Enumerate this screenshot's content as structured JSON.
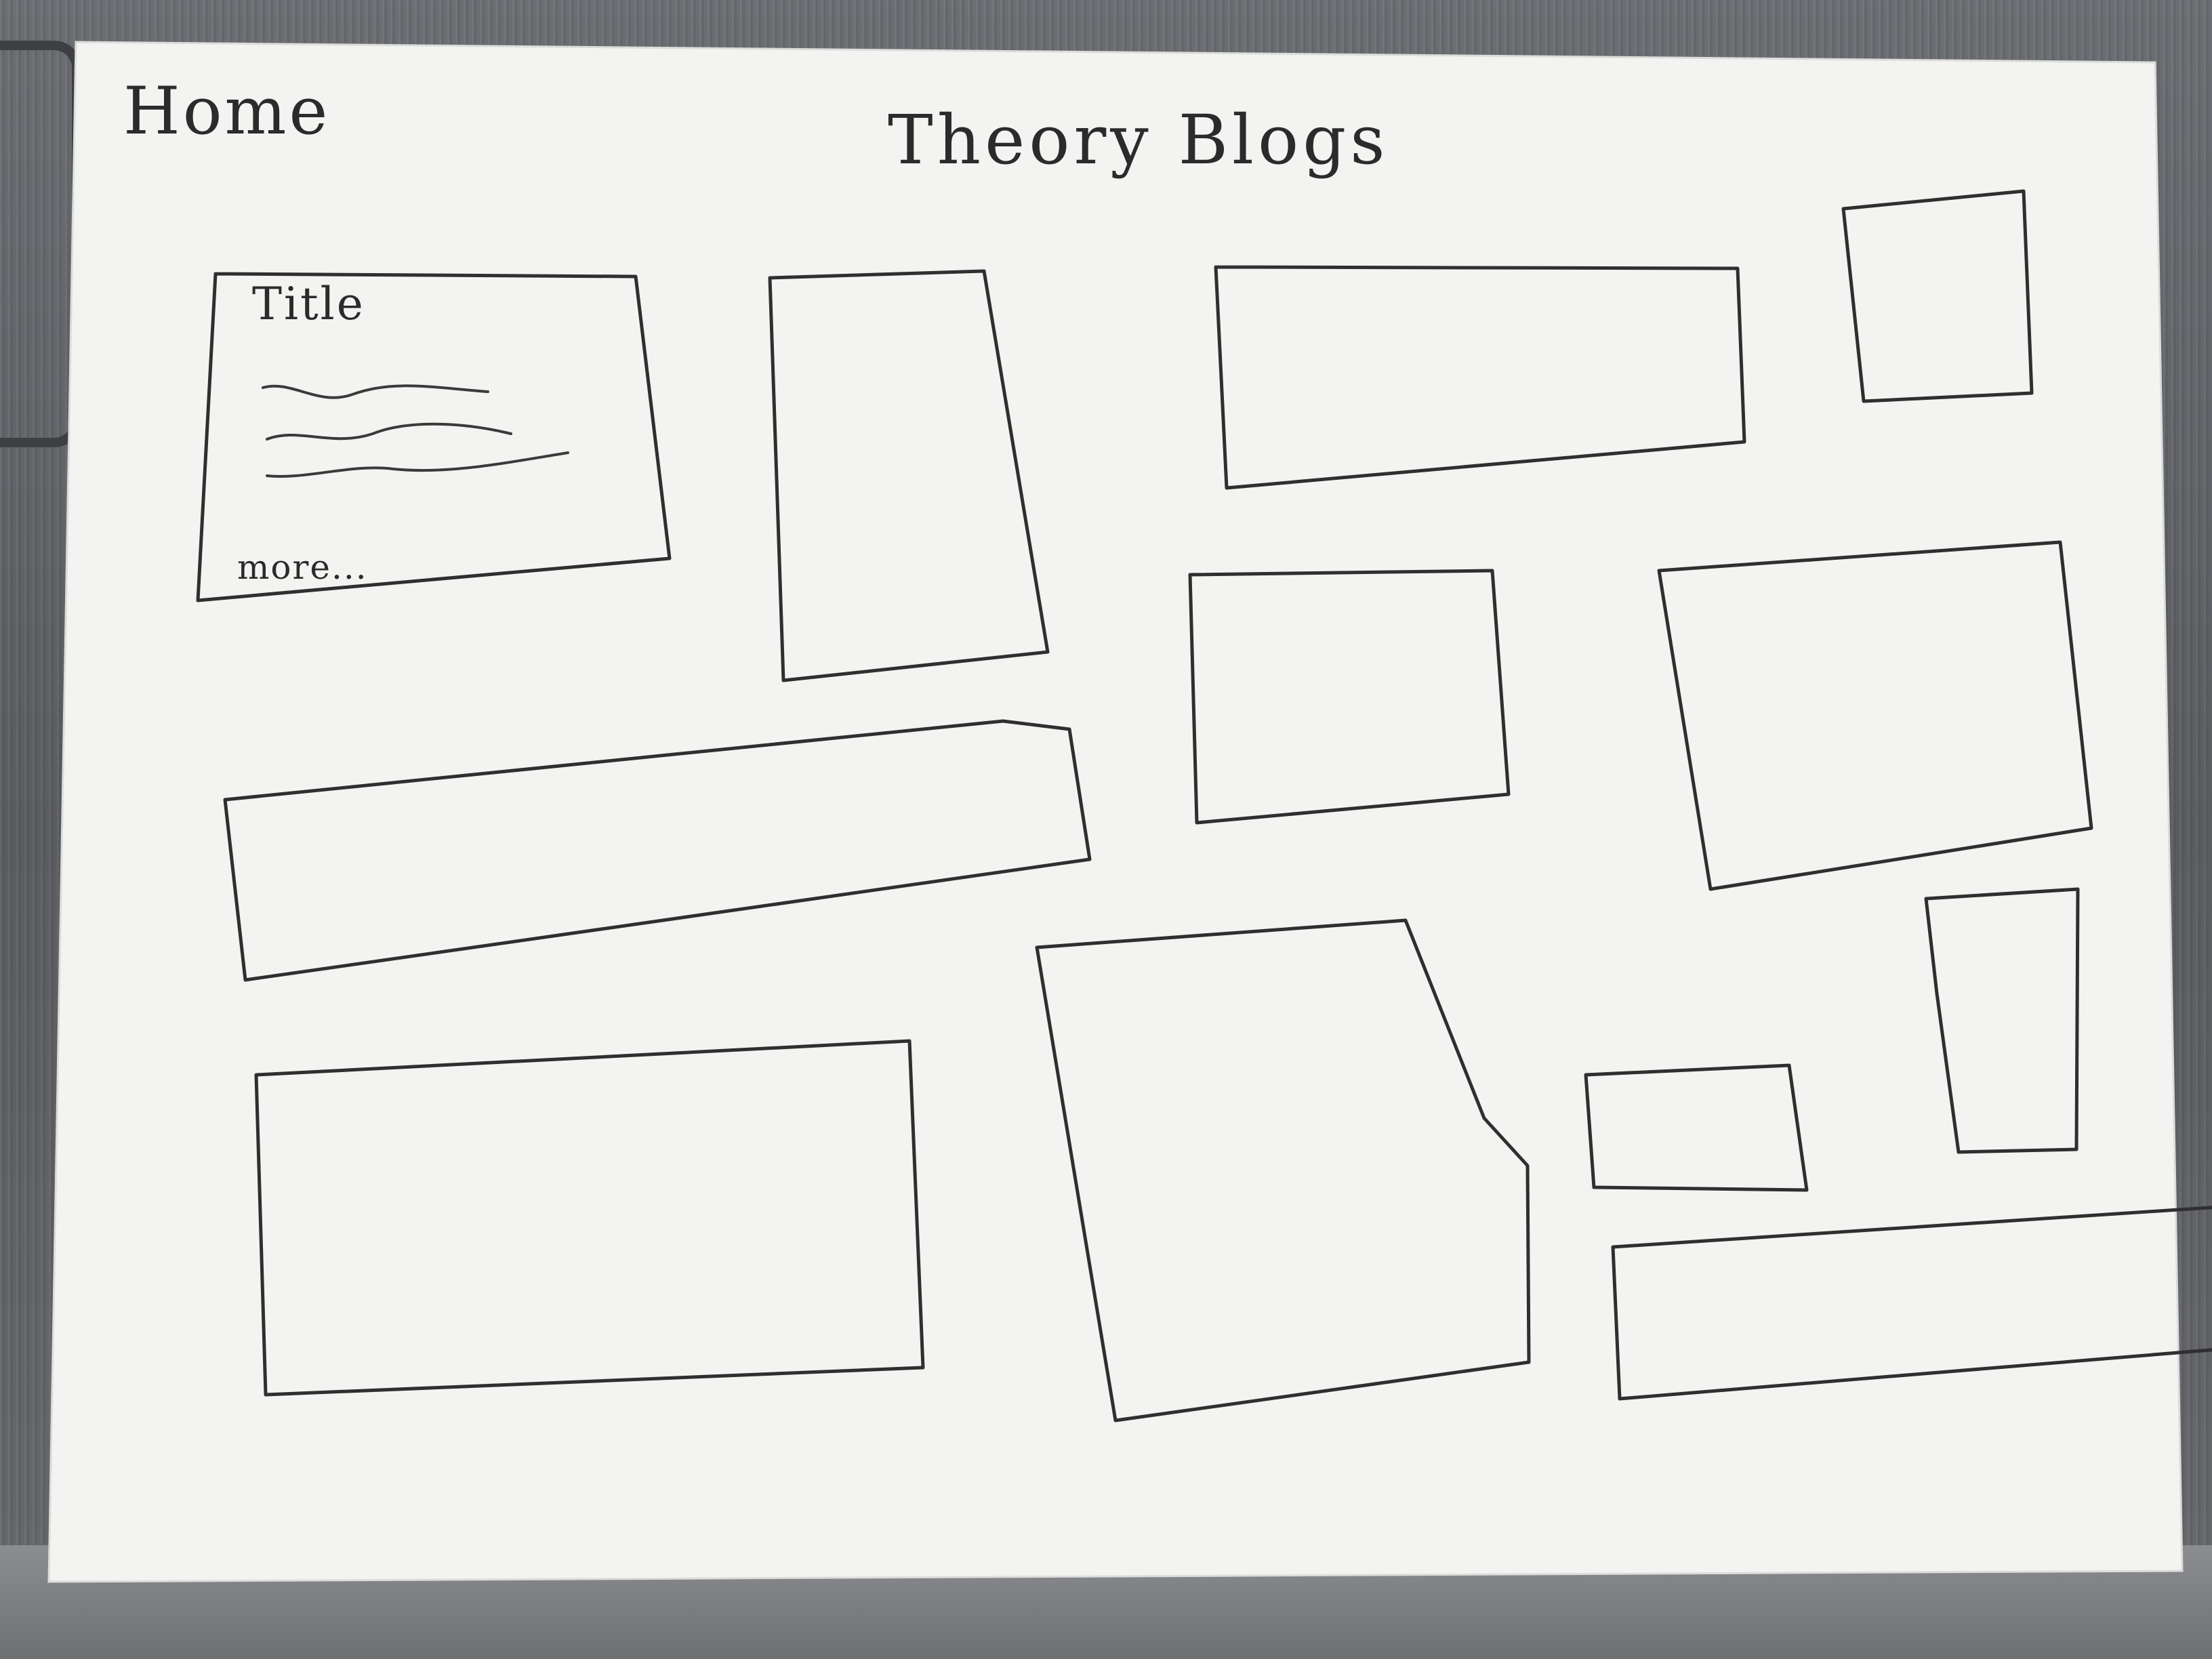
{
  "sketch": {
    "home_label": "Home",
    "site_title": "Theory Blogs",
    "featured_card": {
      "title": "Title",
      "more_link": "more..."
    }
  },
  "colors": {
    "paper": "#f3f3f1",
    "ink": "#2f2f2f",
    "background": "#5f6166"
  }
}
